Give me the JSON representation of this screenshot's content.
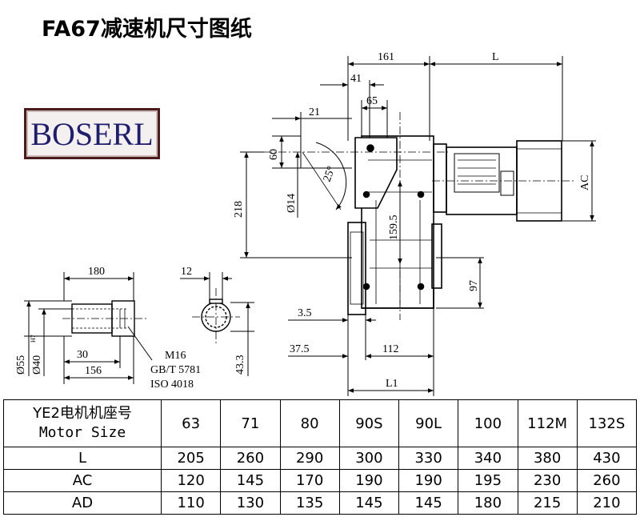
{
  "title": "FA67减速机尺寸图纸",
  "logo": {
    "text": "BOSERL"
  },
  "dimensions": {
    "d161": "161",
    "dL": "L",
    "d41": "41",
    "d65": "65",
    "d21": "21",
    "d60": "60",
    "d25": "25°",
    "d14": "Ø14",
    "d218": "218",
    "d159": "159.5",
    "dAC": "AC",
    "d97": "97",
    "d35": "3.5",
    "d375": "37.5",
    "d112": "112",
    "dL1": "L1",
    "d180": "180",
    "d12": "12",
    "d55": "Ø55",
    "d40": "Ø40",
    "d40h7": "H7",
    "d30": "30",
    "d156": "156",
    "d433": "43.3",
    "m16": "M16",
    "gbt": "GB/T 5781",
    "iso": "ISO 4018"
  },
  "table": {
    "header_line1": "YE2电机机座号",
    "header_line2": "Motor Size",
    "sizes": [
      "63",
      "71",
      "80",
      "90S",
      "90L",
      "100",
      "112M",
      "132S"
    ],
    "rows": [
      {
        "label": "L",
        "values": [
          "205",
          "260",
          "290",
          "300",
          "330",
          "340",
          "380",
          "430"
        ]
      },
      {
        "label": "AC",
        "values": [
          "120",
          "145",
          "170",
          "190",
          "190",
          "195",
          "230",
          "260"
        ]
      },
      {
        "label": "AD",
        "values": [
          "110",
          "130",
          "135",
          "145",
          "145",
          "180",
          "215",
          "210"
        ]
      }
    ]
  }
}
